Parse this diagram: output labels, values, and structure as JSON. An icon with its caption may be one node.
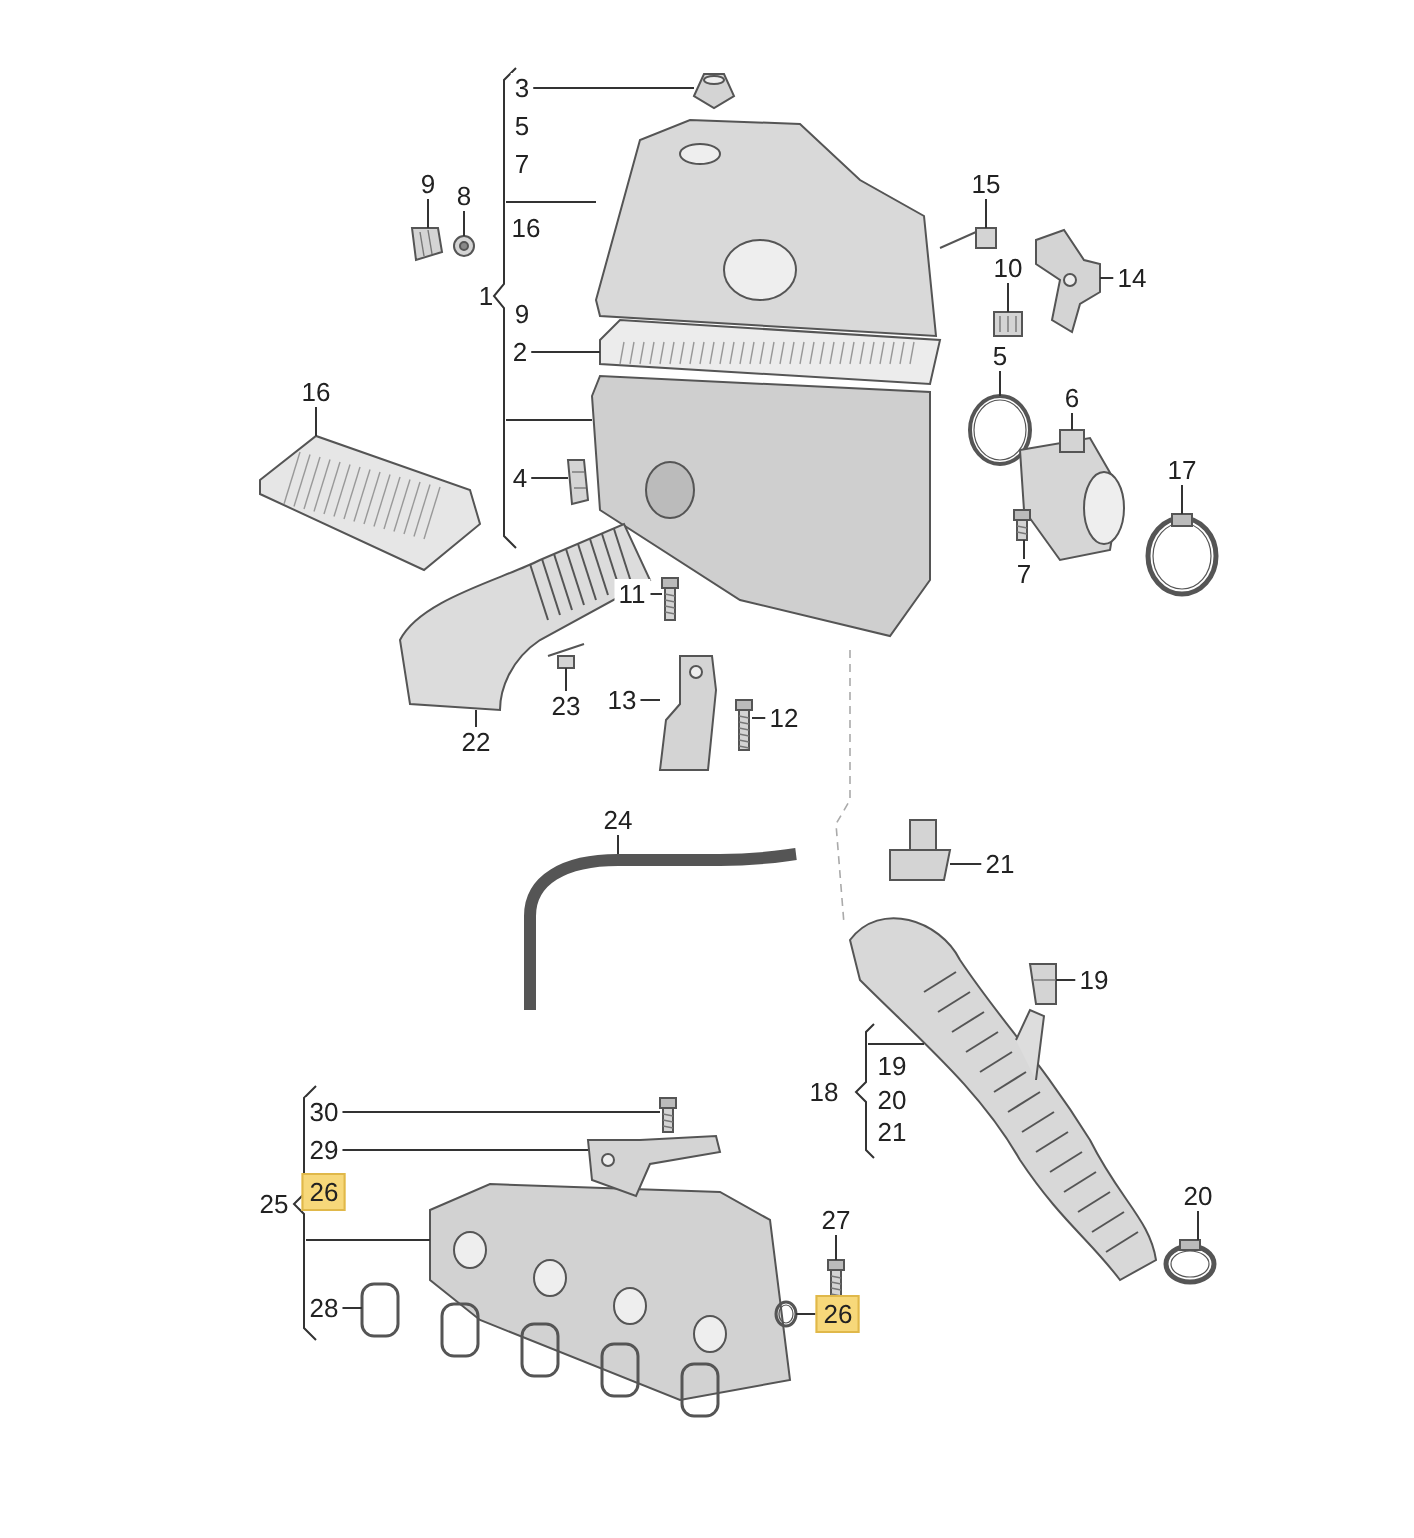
{
  "diagram": {
    "nodes": [
      {
        "text": [
          "3"
        ]
      },
      {
        "text": [
          "9"
        ]
      },
      {
        "text": [
          "8"
        ]
      },
      {
        "text": [
          "2"
        ]
      },
      {
        "text": [
          "16"
        ]
      },
      {
        "text": [
          "4"
        ]
      },
      {
        "text": [
          "15"
        ]
      },
      {
        "text": [
          "14"
        ]
      },
      {
        "text": [
          "10"
        ]
      },
      {
        "text": [
          "5"
        ]
      },
      {
        "text": [
          "6"
        ]
      },
      {
        "text": [
          "17"
        ]
      },
      {
        "text": [
          "7"
        ]
      },
      {
        "text": [
          "11"
        ]
      },
      {
        "text": [
          "23"
        ]
      },
      {
        "text": [
          "13"
        ]
      },
      {
        "text": [
          "12"
        ]
      },
      {
        "text": [
          "22"
        ]
      },
      {
        "text": [
          "24"
        ]
      },
      {
        "text": [
          "21"
        ]
      },
      {
        "text": [
          "19"
        ]
      },
      {
        "text": [
          "30"
        ]
      },
      {
        "text": [
          "29"
        ]
      },
      {
        "text": [
          "26"
        ]
      },
      {
        "text": [
          "20"
        ]
      },
      {
        "text": [
          "27"
        ]
      },
      {
        "text": [
          "28"
        ]
      },
      {
        "text": [
          "26"
        ]
      },
      {
        "text": [],
        "shape": "picture"
      },
      {
        "text": [],
        "shape": "picture"
      },
      {
        "text": [],
        "shape": "picture"
      },
      {
        "text": [],
        "shape": "picture"
      },
      {
        "text": [],
        "shape": "picture"
      },
      {
        "text": [],
        "shape": "picture"
      },
      {
        "text": [],
        "shape": "picture"
      },
      {
        "text": [],
        "shape": "picture"
      },
      {
        "text": [],
        "shape": "picture"
      },
      {
        "text": [],
        "shape": "picture"
      },
      {
        "text": [],
        "shape": "picture"
      },
      {
        "text": [],
        "shape": "picture"
      },
      {
        "text": [],
        "shape": "picture"
      },
      {
        "text": [],
        "shape": "picture"
      },
      {
        "text": [],
        "shape": "picture"
      },
      {
        "text": [],
        "shape": "picture"
      },
      {
        "text": [],
        "shape": "picture"
      },
      {
        "text": [],
        "shape": "picture"
      },
      {
        "text": [],
        "shape": "picture"
      },
      {
        "text": [],
        "shape": "picture"
      },
      {
        "text": [],
        "shape": "picture"
      },
      {
        "text": [],
        "shape": "picture"
      },
      {
        "text": [],
        "shape": "picture"
      },
      {
        "text": [],
        "shape": "picture"
      },
      {
        "text": [],
        "shape": "picture"
      },
      {
        "text": [],
        "shape": "picture"
      },
      {
        "text": [],
        "shape": "picture"
      },
      {
        "text": [],
        "shape": "picture"
      },
      {
        "text": [],
        "shape": "picture"
      },
      {
        "text": [],
        "shape": "picture"
      },
      {
        "text": [],
        "shape": "picture"
      }
    ],
    "edges": [
      {
        "from": 0,
        "to": 28,
        "arrow": "none"
      },
      {
        "from": 1,
        "to": 29,
        "arrow": "none"
      },
      {
        "from": 2,
        "to": 30,
        "arrow": "none"
      },
      {
        "from": 3,
        "to": 31,
        "arrow": "none"
      },
      {
        "from": 4,
        "to": 32,
        "arrow": "none"
      },
      {
        "from": 5,
        "to": 33,
        "arrow": "none"
      },
      {
        "from": 6,
        "to": 34,
        "arrow": "none"
      },
      {
        "from": 7,
        "to": 35,
        "arrow": "none"
      },
      {
        "from": 8,
        "to": 36,
        "arrow": "none"
      },
      {
        "from": 9,
        "to": 37,
        "arrow": "none"
      },
      {
        "from": 10,
        "to": 38,
        "arrow": "none"
      },
      {
        "from": 11,
        "to": 39,
        "arrow": "none"
      },
      {
        "from": 12,
        "to": 40,
        "arrow": "none"
      },
      {
        "from": 13,
        "to": 41,
        "arrow": "none"
      },
      {
        "from": 14,
        "to": 42,
        "arrow": "none"
      },
      {
        "from": 15,
        "to": 43,
        "arrow": "none"
      },
      {
        "from": 16,
        "to": 44,
        "arrow": "none"
      },
      {
        "from": 17,
        "to": 45,
        "arrow": "none"
      },
      {
        "from": 18,
        "to": 46,
        "arrow": "none"
      },
      {
        "from": 19,
        "to": 47,
        "arrow": "none"
      },
      {
        "from": 20,
        "to": 48,
        "arrow": "none"
      },
      {
        "from": 21,
        "to": 49,
        "arrow": "none"
      },
      {
        "from": 22,
        "to": 50,
        "arrow": "none"
      },
      {
        "from": 24,
        "to": 51,
        "arrow": "none"
      },
      {
        "from": 25,
        "to": 52,
        "arrow": "none"
      },
      {
        "from": 26,
        "to": 53,
        "arrow": "none"
      },
      {
        "from": 27,
        "to": 54,
        "arrow": "none"
      },
      {
        "from": null,
        "to": 55,
        "arrow": "none"
      },
      {
        "from": null,
        "to": 56,
        "arrow": "none"
      },
      {
        "from": null,
        "to": 57,
        "arrow": "none"
      },
      {
        "from": null,
        "to": 58,
        "arrow": "none"
      }
    ],
    "labels": [
      "5",
      "7",
      "16",
      "1",
      "9",
      "18",
      "19",
      "20",
      "21",
      "25"
    ]
  }
}
